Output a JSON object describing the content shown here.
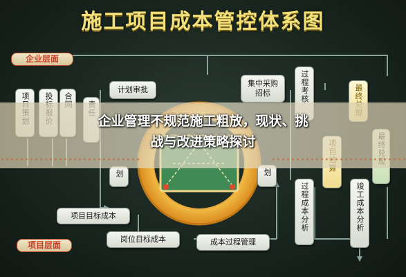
{
  "diagram": {
    "title": "施工项目成本管控体系图",
    "sections": {
      "enterprise": "企业层面",
      "project": "项目层面"
    },
    "nodes": {
      "xmcc": "项目策划",
      "tbjb": "投标报价",
      "ht": "合同",
      "jh": "计划审批",
      "zr": "责任",
      "hj": "划",
      "jzcg": "集中采购招标",
      "xmkh": "过程考核",
      "zzdx": "最终兑现",
      "xmjs": "项目结算",
      "zhdx": "最终兑现",
      "hua": "划",
      "gccb": "过程成本分析",
      "jgcb": "竣工成本分析",
      "xmmb": "项目目标成本",
      "gwmb": "岗位目标成本",
      "cbgc": "成本过程管理"
    },
    "banner": {
      "line1": "企业管理不规范施工粗放，现状、挑",
      "line2": "战与改进策略探讨"
    },
    "colors": {
      "title": "#f3e07a",
      "accent_yellow": "#e8c64a",
      "ring_orange": "#f2a93b",
      "panel_green": "#3f8a55"
    }
  }
}
